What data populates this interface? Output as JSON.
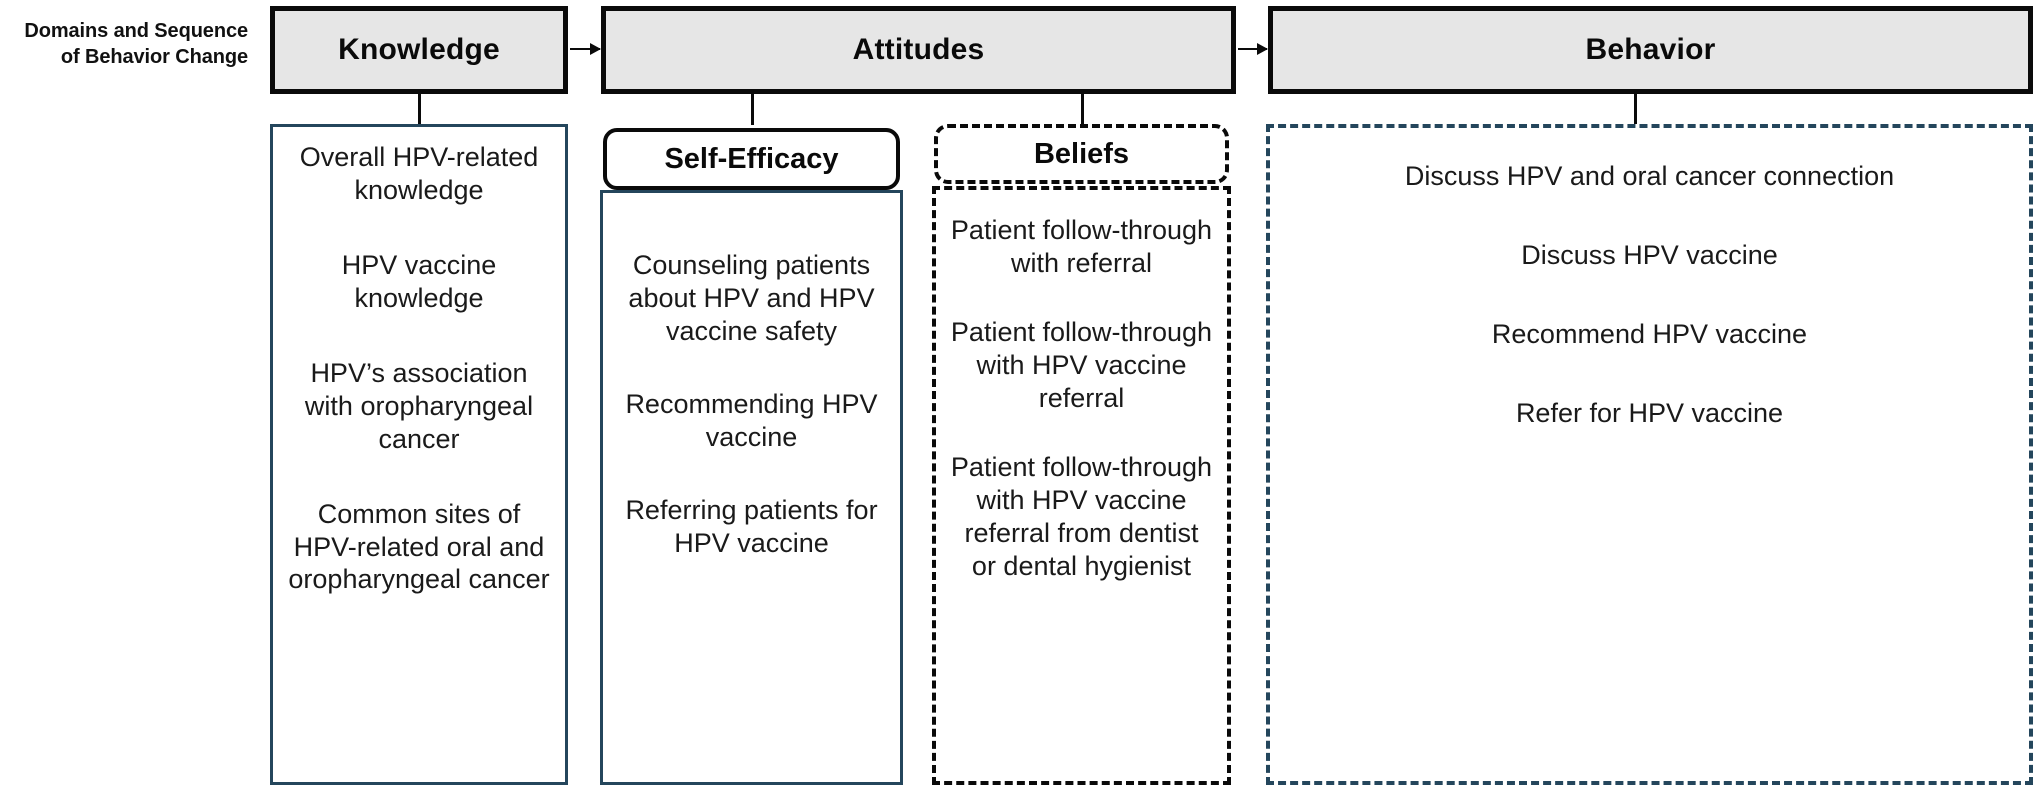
{
  "caption": {
    "line1": "Domains and Sequence",
    "line2": "of Behavior Change"
  },
  "domains": [
    {
      "key": "knowledge",
      "label": "Knowledge"
    },
    {
      "key": "attitudes",
      "label": "Attitudes"
    },
    {
      "key": "behavior",
      "label": "Behavior"
    }
  ],
  "subheaders": {
    "self_efficacy": "Self-Efficacy",
    "beliefs": "Beliefs"
  },
  "columns": {
    "knowledge": {
      "items": [
        "Overall HPV-related knowledge",
        "HPV vaccine knowledge",
        "HPV’s association with oropharyngeal cancer",
        "Common sites of HPV-related oral and oropharyngeal cancer"
      ]
    },
    "self_efficacy": {
      "items": [
        "Counseling patients about HPV and HPV vaccine safety",
        "Recommending HPV vaccine",
        "Referring patients for HPV vaccine"
      ]
    },
    "beliefs": {
      "items": [
        "Patient follow-through with referral",
        "Patient follow-through with HPV vaccine referral",
        "Patient follow-through with HPV vaccine referral from dentist or dental hygienist"
      ]
    },
    "behavior": {
      "items": [
        "Discuss HPV and oral cancer connection",
        "Discuss HPV vaccine",
        "Recommend HPV vaccine",
        "Refer for HPV vaccine"
      ]
    }
  },
  "colors": {
    "domain_fill": "#e6e6e6",
    "domain_border": "#0a0a0a",
    "panel_border_blue": "#24465c",
    "panel_border_black": "#0a0a0a",
    "text": "#1a1a1a"
  }
}
